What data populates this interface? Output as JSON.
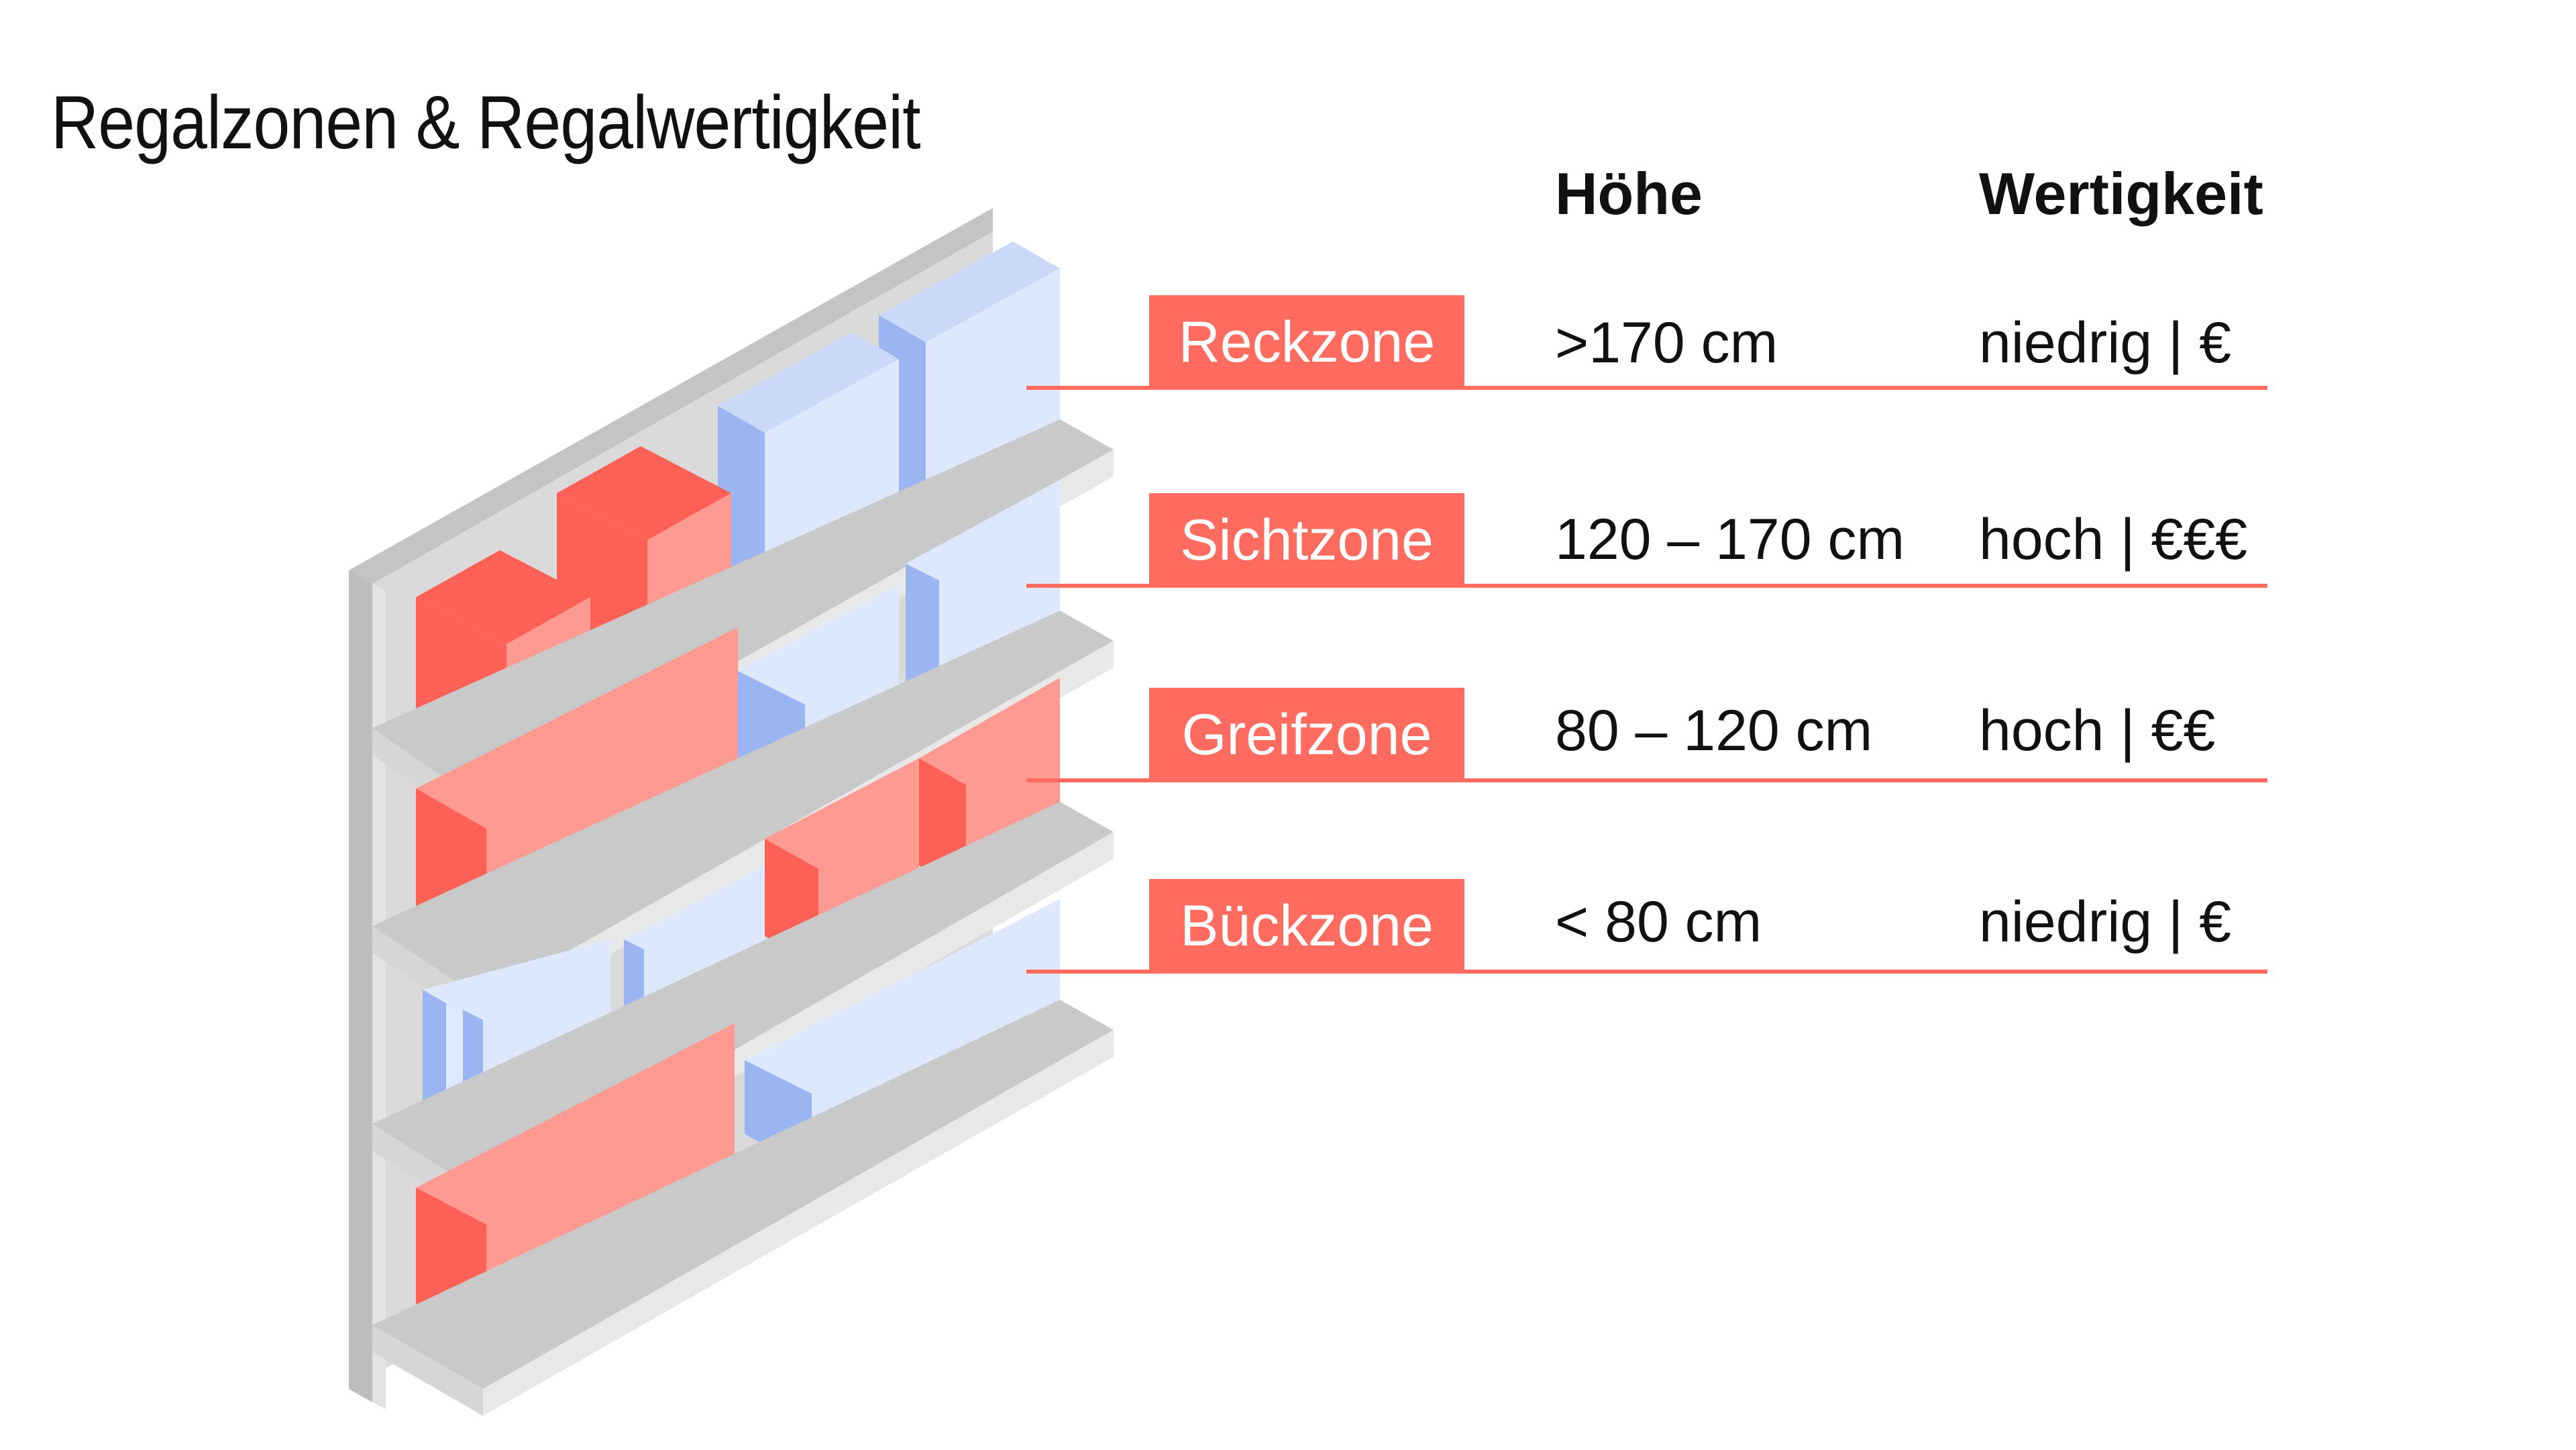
{
  "title": "Regalzonen & Regalwertigkeit",
  "headers": {
    "height": "Höhe",
    "value": "Wertigkeit"
  },
  "zones": [
    {
      "name": "Reckzone",
      "height": ">170 cm",
      "value": "niedrig | €"
    },
    {
      "name": "Sichtzone",
      "height": "120 – 170 cm",
      "value": "hoch | €€€"
    },
    {
      "name": "Greifzone",
      "height": "80 – 120 cm",
      "value": "hoch | €€"
    },
    {
      "name": "Bückzone",
      "height": "< 80 cm",
      "value": "niedrig | €"
    }
  ],
  "colors": {
    "accent": "#ff6b5e",
    "red_front": "#ff9a93",
    "red_side": "#ff6157",
    "blue_front": "#dde8fc",
    "blue_side": "#9bb4f2",
    "shelf_top": "#c9c9c9",
    "shelf_front": "#e8e8e8",
    "shelf_back": "#dadada"
  }
}
